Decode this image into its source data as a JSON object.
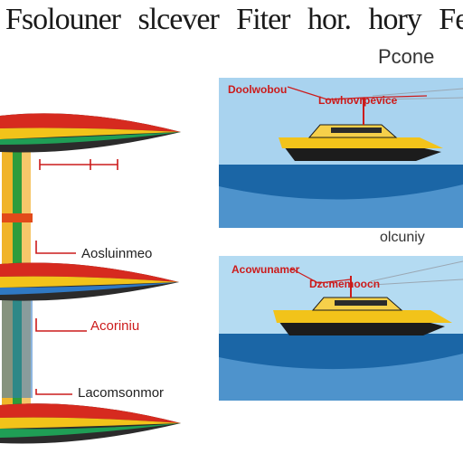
{
  "header": {
    "title_words": [
      "Fsolouner",
      "slcever",
      "Fiter",
      "hor.",
      "hory",
      "Fecgore"
    ]
  },
  "labels": {
    "corner": "Pcone",
    "middle": "olcuniy",
    "left_1": "Aosluinmeo",
    "left_2": "Acoriniu",
    "left_3": "Lacomsonmor"
  },
  "top_panel": {
    "label_1": "Doolwobou",
    "label_2": "Lowhovrpevice"
  },
  "bottom_panel": {
    "label_1": "Acowunamer",
    "label_2": "Dzcmemoocn"
  },
  "colors": {
    "sky": "#a9d3ef",
    "water_dark": "#1b66a6",
    "water_light": "#4e93cc",
    "hull_yellow": "#f2c31a",
    "hull_black": "#1c1c1c",
    "callout_red": "#cc1b1b"
  }
}
